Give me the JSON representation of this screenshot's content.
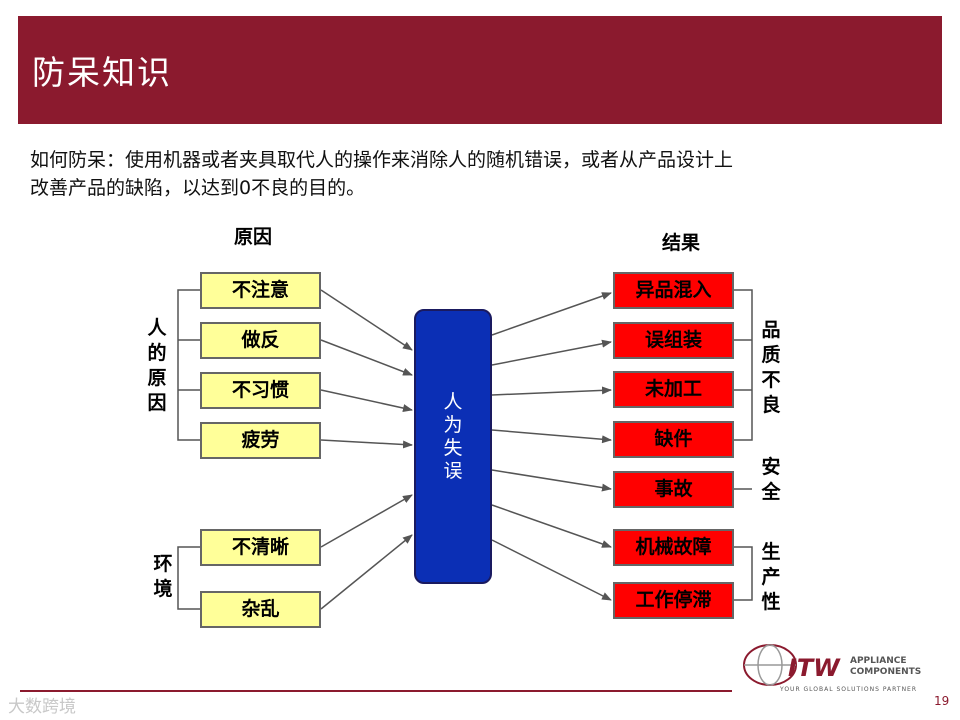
{
  "header": {
    "title": "防呆知识"
  },
  "intro": {
    "line1": "如何防呆：使用机器或者夹具取代人的操作来消除人的随机错误，或者从产品设计上",
    "line2": "改善产品的缺陷，以达到0不良的目的。"
  },
  "diagram": {
    "cause_heading": "原因",
    "result_heading": "结果",
    "human_group": "人的原因",
    "env_group": "环境",
    "causes": [
      "不注意",
      "做反",
      "不习惯",
      "疲劳",
      "不清晰",
      "杂乱"
    ],
    "center": "人为失误",
    "effects": [
      "异品混入",
      "误组装",
      "未加工",
      "缺件",
      "事故",
      "机械故障",
      "工作停滞"
    ],
    "quality_group": "品质不良",
    "safety_group": "安全",
    "production_group": "生产性"
  },
  "logo": {
    "itw": "ITW",
    "appliance": "APPLIANCE",
    "components": "COMPONENTS",
    "tagline": "YOUR GLOBAL SOLUTIONS PARTNER"
  },
  "footer": {
    "page": "19",
    "watermark": "大数跨境"
  },
  "colors": {
    "header_bg": "#8B1A2E",
    "cause_fill": "#FFFF99",
    "effect_fill": "#FF0000",
    "center_fill": "#0B2FB5"
  }
}
